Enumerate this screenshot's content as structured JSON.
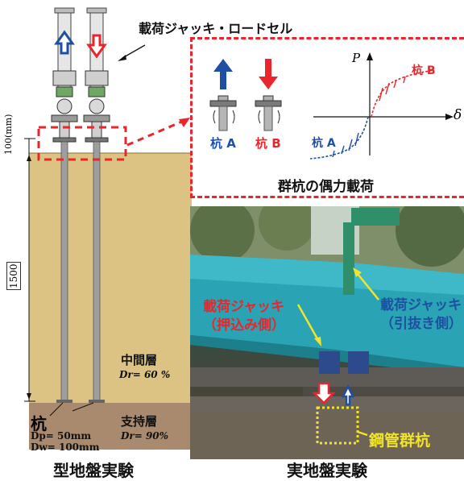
{
  "left_panel": {
    "jack_label": "載荷ジャッキ・ロードセル",
    "dim_top": "100(mm)",
    "dim_main": "1500",
    "middle_layer": "中間層",
    "middle_dr": "Dr= 60 %",
    "support_layer": "支持層",
    "support_dr": "Dr= 90%",
    "pile_label": "杭",
    "dp": "Dp= 50mm",
    "dw": "Dw= 100mm",
    "caption": "型地盤実験"
  },
  "inset": {
    "pile_a": "杭 A",
    "pile_b": "杭 B",
    "axis_p": "P",
    "axis_delta": "δ",
    "curve_a": "杭 A",
    "curve_b": "杭 B",
    "caption": "群杭の偶力載荷"
  },
  "photo": {
    "label_push_1": "載荷ジャッキ",
    "label_push_2": "（押込み側）",
    "label_pull_1": "載荷ジャッキ",
    "label_pull_2": "（引抜き側）",
    "pipe_group": "鋼管群杭",
    "caption": "実地盤実験"
  },
  "colors": {
    "red": "#e8262c",
    "blue": "#1f4fa3",
    "sand": "#dcc283",
    "support": "#a98a6e",
    "yellow": "#f2e32b"
  }
}
